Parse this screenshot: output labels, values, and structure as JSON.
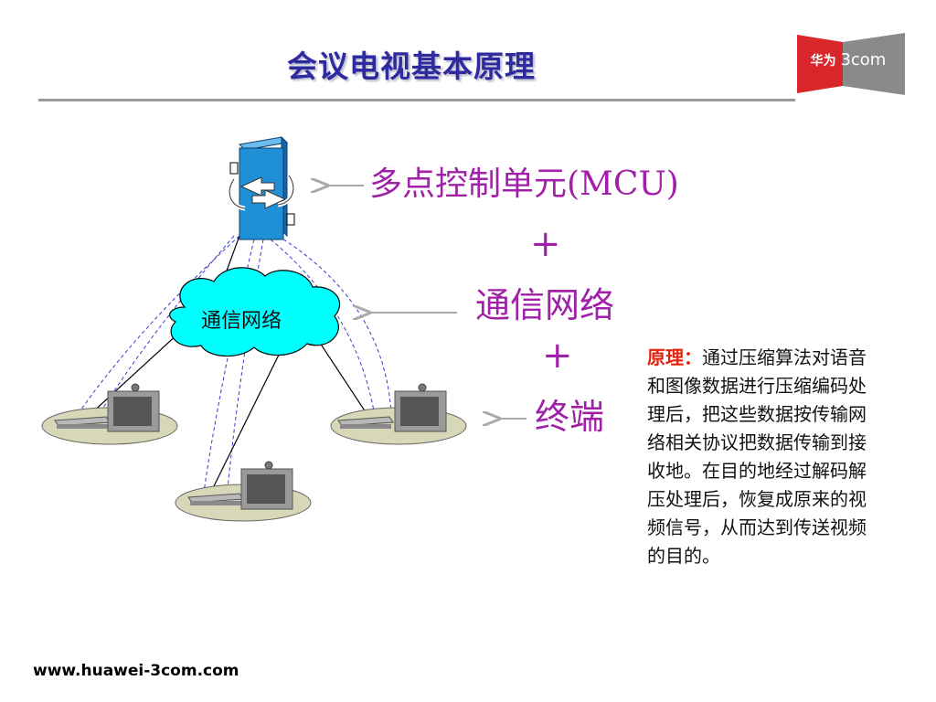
{
  "slide": {
    "title": "会议电视基本原理",
    "footer_url": "www.huawei-3com.com"
  },
  "logo": {
    "brand_cn": "华为",
    "brand_en": "3com",
    "colors": {
      "red": "#d8262a",
      "gray": "#8a8a8a"
    }
  },
  "diagram": {
    "cloud_label": "通信网络",
    "labels": {
      "mcu": "多点控制单元(MCU)",
      "plus_1": "+",
      "network": "通信网络",
      "plus_2": "+",
      "terminal": "终端"
    },
    "colors": {
      "label": "#a020a8",
      "mcu_box": "#1f8fd6",
      "cloud": "#00ffff",
      "link_dashed": "#3a3ad0",
      "terminal_base": "#d8d8b8",
      "arrow": "#aaaaaa"
    }
  },
  "principle": {
    "label": "原理：",
    "text": "通过压缩算法对语音和图像数据进行压缩编码处理后，把这些数据按传输网络相关协议把数据传输到接收地。在目的地经过解码解压处理后，恢复成原来的视频信号，从而达到传送视频的目的。"
  }
}
